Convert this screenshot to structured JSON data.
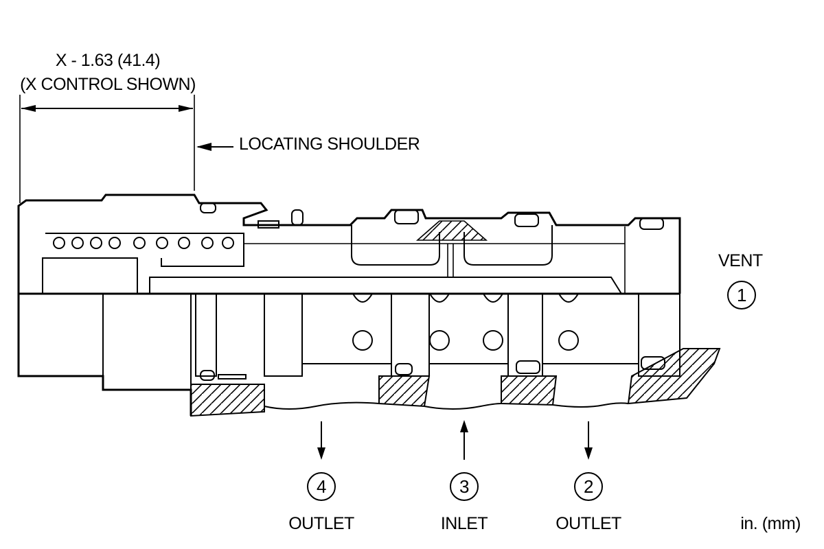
{
  "dimension": {
    "line1": "X - 1.63 (41.4)",
    "line2": "(X CONTROL SHOWN)"
  },
  "callouts": {
    "locating_shoulder": "LOCATING SHOULDER"
  },
  "ports": [
    {
      "id": "vent",
      "number": "1",
      "label": "VENT"
    },
    {
      "id": "outlet-2",
      "number": "2",
      "label": "OUTLET"
    },
    {
      "id": "inlet-3",
      "number": "3",
      "label": "INLET"
    },
    {
      "id": "outlet-4",
      "number": "4",
      "label": "OUTLET"
    }
  ],
  "units": "in. (mm)"
}
